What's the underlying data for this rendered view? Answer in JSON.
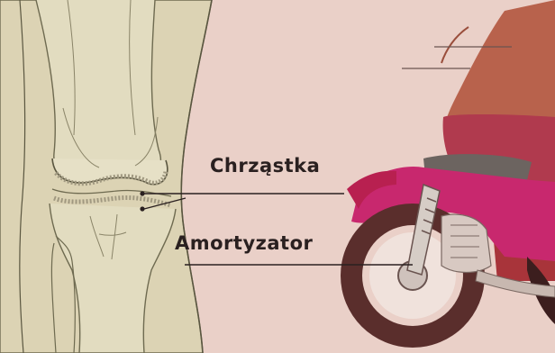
{
  "labels": {
    "cartilage": "Chrząstka",
    "shock_absorber": "Amortyzator"
  },
  "colors": {
    "background": "#ead0c8",
    "bone": "#dcd3b4",
    "bone_outline": "#6e6a50",
    "skin": "#b8624c",
    "pants": "#b03a4e",
    "bike_body": "#c8286e",
    "tire": "#5a2e2c",
    "seat": "#6c6460",
    "callout_line": "#2a2020"
  },
  "icons": [
    "knee-joint-illustration",
    "motorcycle-rider-illustration"
  ]
}
